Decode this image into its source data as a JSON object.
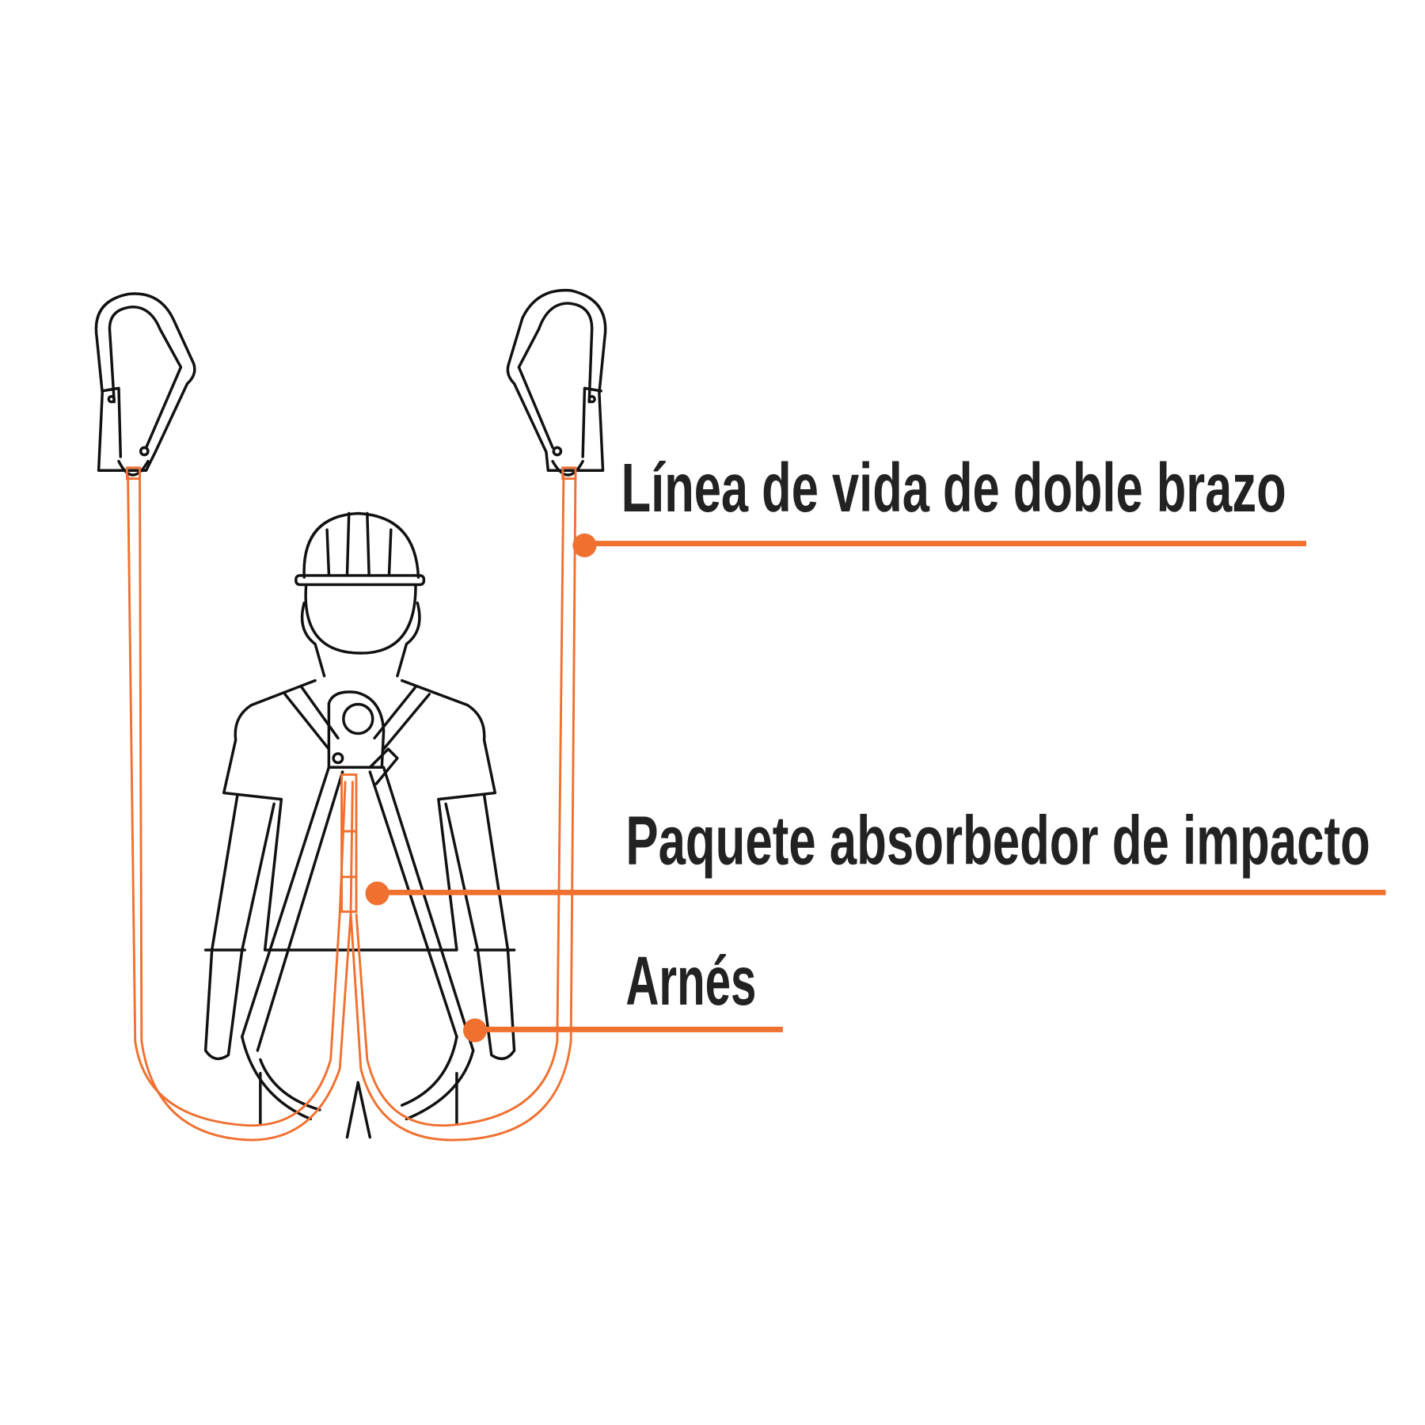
{
  "labels": [
    {
      "text": "Línea de vida de doble brazo"
    },
    {
      "text": "Paquete absorbedor de impacto"
    },
    {
      "text": "Arnés"
    }
  ],
  "colors": {
    "accent": "#f07030",
    "outline": "#111111",
    "text": "#222222",
    "background": "#ffffff"
  }
}
